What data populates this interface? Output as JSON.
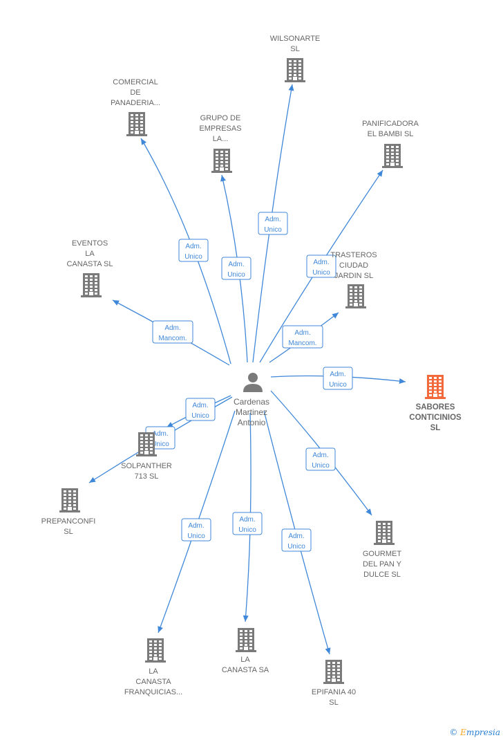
{
  "diagram": {
    "center": {
      "label_lines": [
        "Cardenas",
        "Martinez",
        "Antonio"
      ],
      "icon": "person-icon"
    },
    "colors": {
      "edge": "#3f87d8",
      "company": "#7a7a7a",
      "company_highlight": "#f26a3c",
      "text": "#666666"
    },
    "nodes": [
      {
        "id": "wilsonarte",
        "label_lines": [
          "WILSONARTE",
          "SL"
        ],
        "highlight": false
      },
      {
        "id": "comercial-panaderia",
        "label_lines": [
          "COMERCIAL",
          "DE",
          "PANADERIA..."
        ],
        "highlight": false
      },
      {
        "id": "grupo-empresas",
        "label_lines": [
          "GRUPO DE",
          "EMPRESAS",
          "LA..."
        ],
        "highlight": false
      },
      {
        "id": "panificadora",
        "label_lines": [
          "PANIFICADORA",
          "EL BAMBI SL"
        ],
        "highlight": false
      },
      {
        "id": "eventos",
        "label_lines": [
          "EVENTOS",
          "LA",
          "CANASTA  SL"
        ],
        "highlight": false
      },
      {
        "id": "trasteros",
        "label_lines": [
          "TRASTEROS",
          "CIUDAD",
          "JARDIN  SL"
        ],
        "highlight": false
      },
      {
        "id": "sabores",
        "label_lines": [
          "SABORES",
          "CONTICINIOS",
          "SL"
        ],
        "highlight": true
      },
      {
        "id": "solpanther",
        "label_lines": [
          "SOLPANTHER",
          "713  SL"
        ],
        "highlight": false
      },
      {
        "id": "prepanconfi",
        "label_lines": [
          "PREPANCONFI",
          "SL"
        ],
        "highlight": false
      },
      {
        "id": "gourmet",
        "label_lines": [
          "GOURMET",
          "DEL PAN Y",
          "DULCE SL"
        ],
        "highlight": false
      },
      {
        "id": "la-canasta-franquicias",
        "label_lines": [
          "LA",
          "CANASTA",
          "FRANQUICIAS..."
        ],
        "highlight": false
      },
      {
        "id": "la-canasta-sa",
        "label_lines": [
          "LA",
          "CANASTA SA"
        ],
        "highlight": false
      },
      {
        "id": "epifania",
        "label_lines": [
          "EPIFANIA 40",
          "SL"
        ],
        "highlight": false
      }
    ],
    "edges": [
      {
        "to": "wilsonarte",
        "label_lines": [
          "Adm.",
          "Unico"
        ]
      },
      {
        "to": "comercial-panaderia",
        "label_lines": [
          "Adm.",
          "Unico"
        ]
      },
      {
        "to": "grupo-empresas",
        "label_lines": [
          "Adm.",
          "Unico"
        ]
      },
      {
        "to": "panificadora",
        "label_lines": [
          "Adm.",
          "Unico"
        ]
      },
      {
        "to": "eventos",
        "label_lines": [
          "Adm.",
          "Mancom."
        ]
      },
      {
        "to": "trasteros",
        "label_lines": [
          "Adm.",
          "Mancom."
        ]
      },
      {
        "to": "sabores",
        "label_lines": [
          "Adm.",
          "Unico"
        ]
      },
      {
        "to": "solpanther",
        "label_lines": [
          "Adm.",
          "Unico"
        ]
      },
      {
        "to": "prepanconfi",
        "label_lines": [
          "Adm.",
          "Unico"
        ]
      },
      {
        "to": "gourmet",
        "label_lines": [
          "Adm.",
          "Unico"
        ]
      },
      {
        "to": "la-canasta-franquicias",
        "label_lines": [
          "Adm.",
          "Unico"
        ]
      },
      {
        "to": "la-canasta-sa",
        "label_lines": [
          "Adm.",
          "Unico"
        ]
      },
      {
        "to": "epifania",
        "label_lines": [
          "Adm.",
          "Unico"
        ]
      }
    ]
  },
  "footer": {
    "copyright_symbol": "©",
    "brand_initial": "E",
    "brand_rest": "mpresia"
  }
}
